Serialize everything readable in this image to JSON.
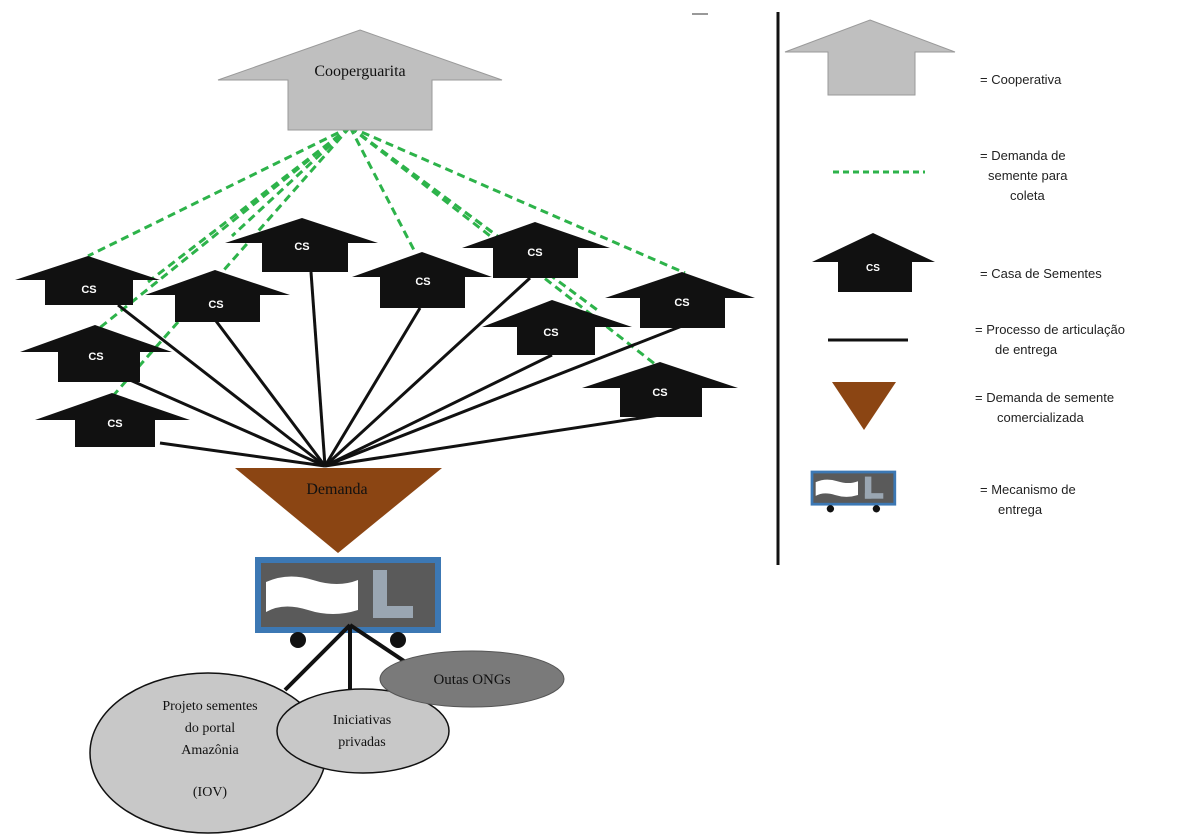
{
  "diagram": {
    "cooperative_label": "Cooperguarita",
    "demand_label": "Demanda",
    "cs_label": "CS",
    "partners": [
      {
        "id": "portal",
        "lines": [
          "Projeto sementes",
          "do portal",
          "Amazônia",
          "(IOV)"
        ]
      },
      {
        "id": "private",
        "lines": [
          "Iniciativas",
          "privadas"
        ]
      },
      {
        "id": "ongs",
        "lines": [
          "Outas ONGs"
        ]
      }
    ]
  },
  "legend": {
    "items": [
      {
        "id": "cooperative",
        "lines": [
          "= Cooperativa"
        ]
      },
      {
        "id": "seed-demand-collection",
        "lines": [
          "= Demanda de",
          "semente para",
          "coleta"
        ]
      },
      {
        "id": "seed-house",
        "icon_label": "CS",
        "lines": [
          "= Casa de Sementes"
        ]
      },
      {
        "id": "delivery-process",
        "lines": [
          "= Processo de articulação",
          "de entrega"
        ]
      },
      {
        "id": "commercial-demand",
        "lines": [
          "= Demanda de semente",
          "comercializada"
        ]
      },
      {
        "id": "delivery-mechanism",
        "lines": [
          "= Mecanismo de",
          "entrega"
        ]
      }
    ]
  },
  "colors": {
    "cooperative_fill": "#bfbfbf",
    "dashed_line": "#2db34a",
    "seed_house_fill": "#111111",
    "demand_fill": "#8b4513",
    "truck_border": "#3c78b4",
    "truck_body": "#666666",
    "partner_fill": "#c8c8c8",
    "ongs_fill": "#7a7a7a"
  }
}
